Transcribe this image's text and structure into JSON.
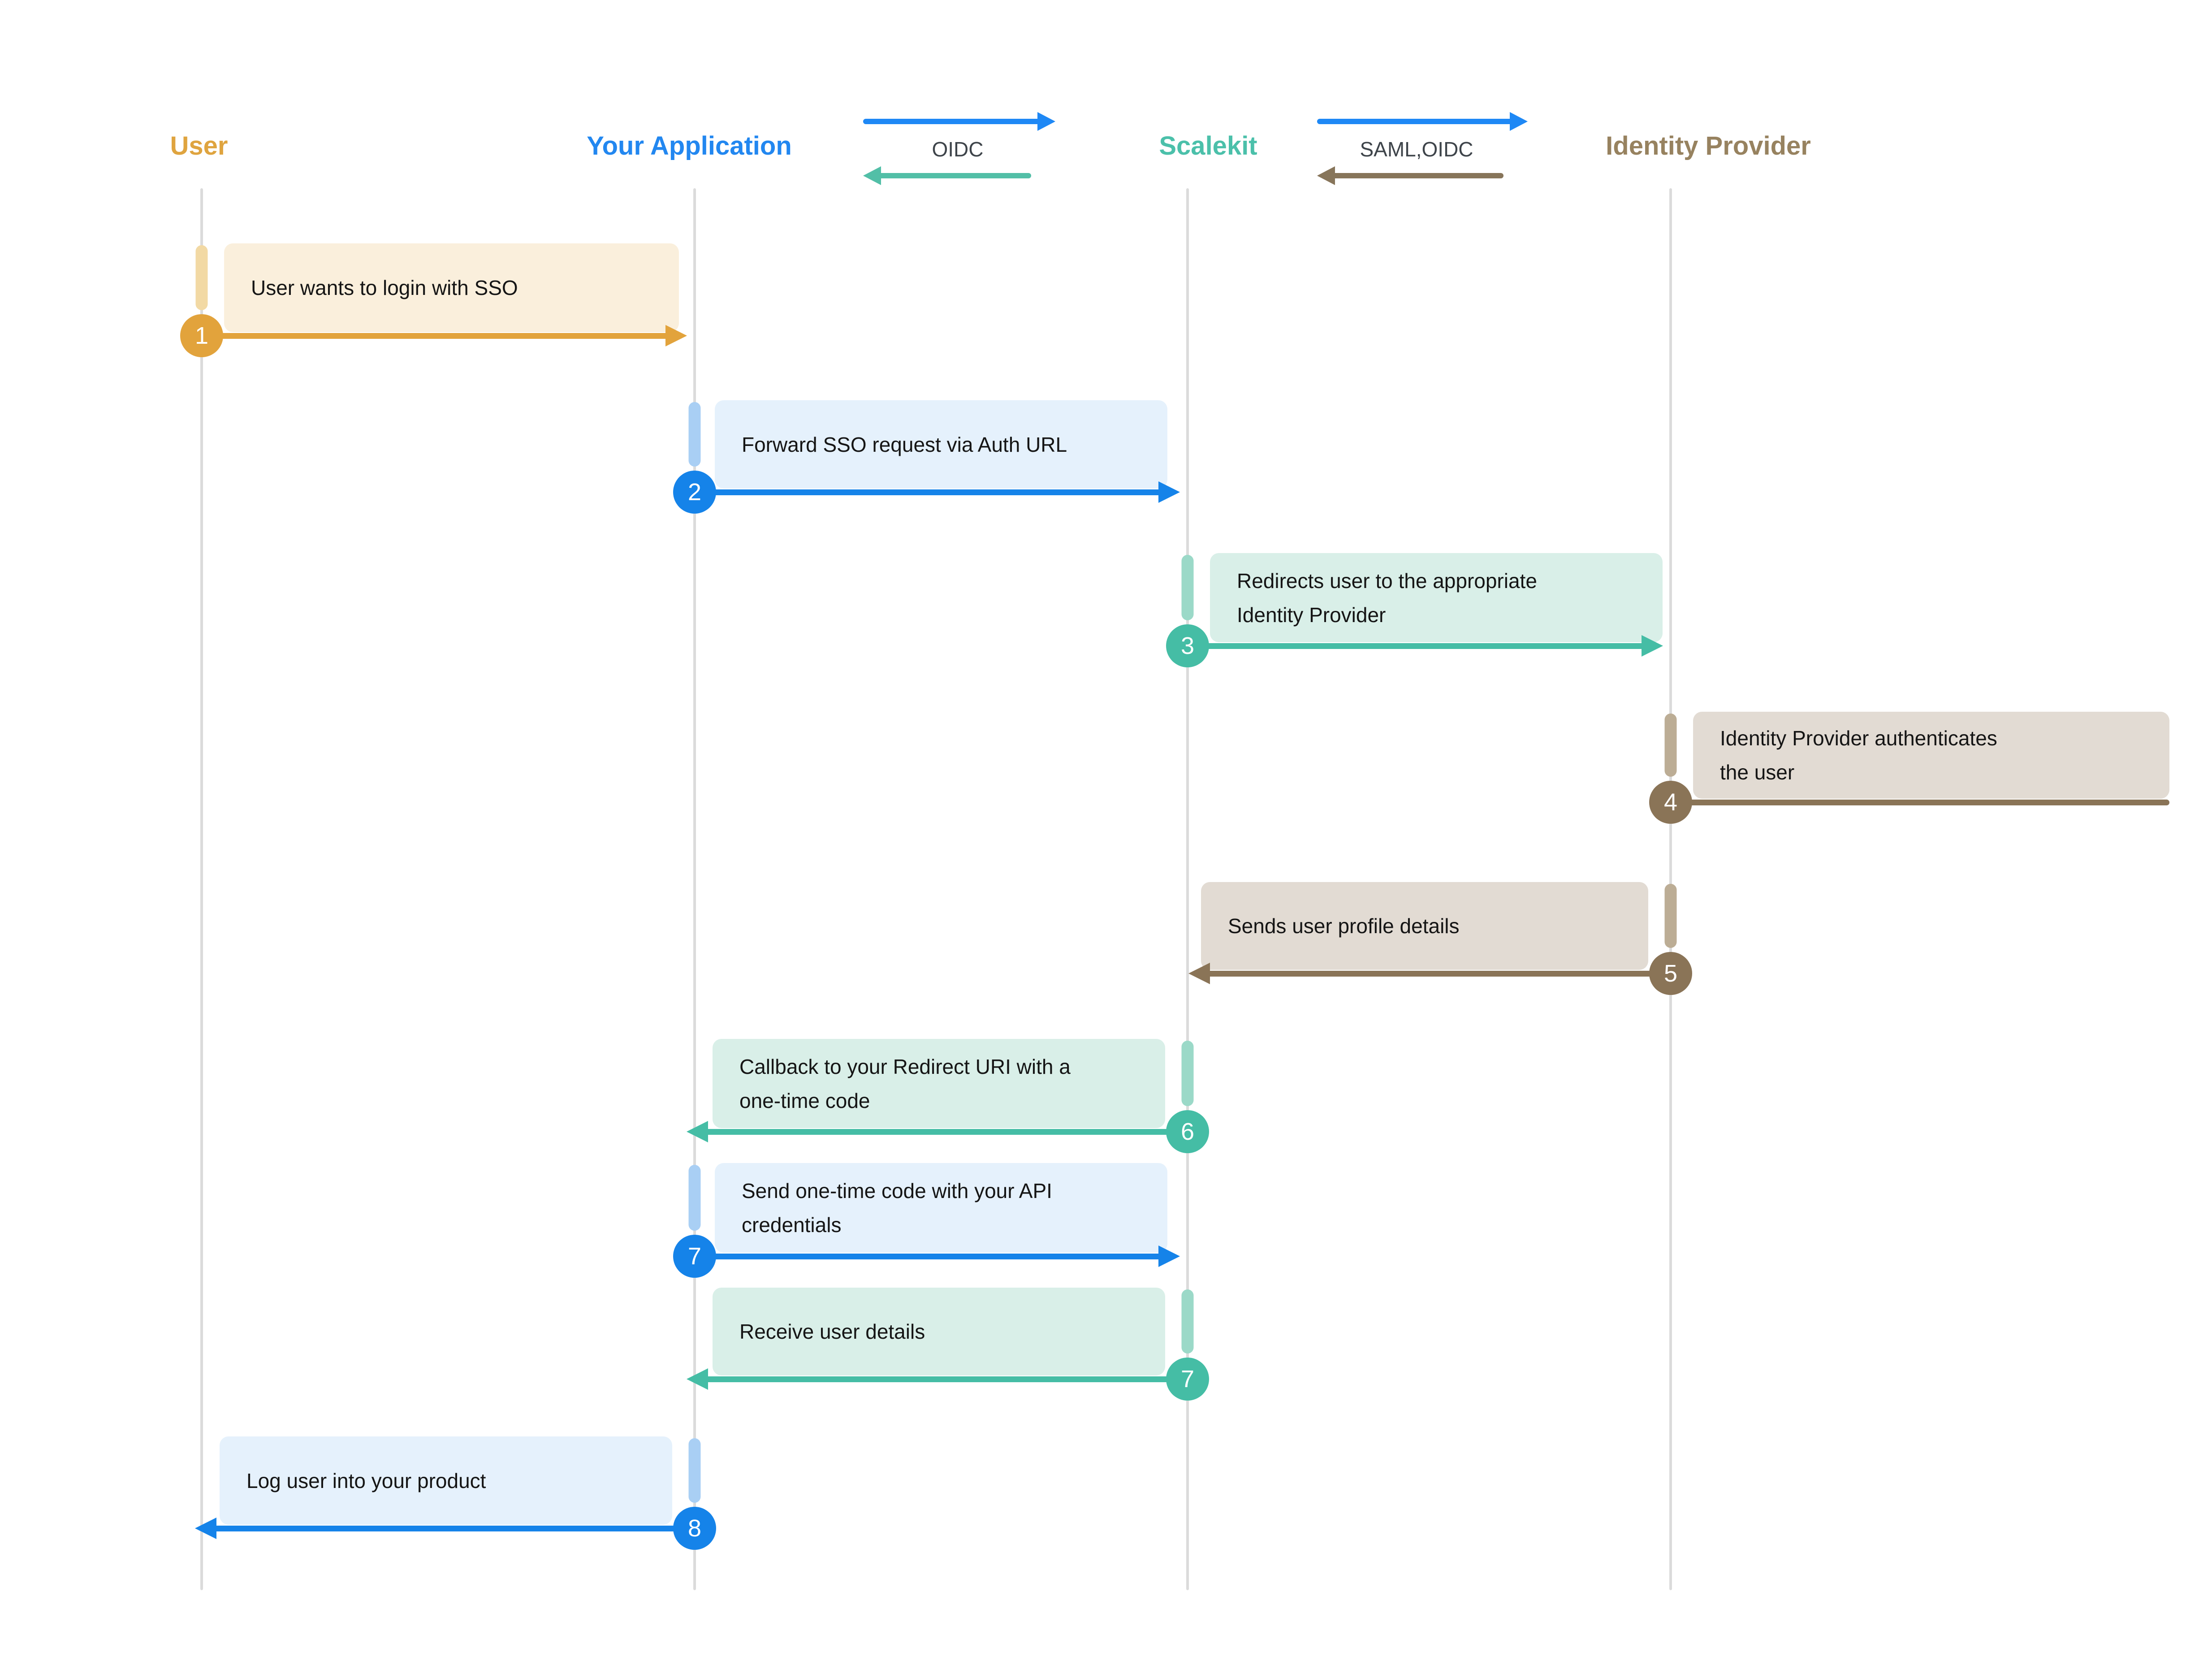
{
  "actors": [
    {
      "name": "User",
      "color": "#DFA43F"
    },
    {
      "name": "Your Application",
      "color": "#2287F0"
    },
    {
      "name": "Scalekit",
      "color": "#4BC0AA"
    },
    {
      "name": "Identity Provider",
      "color": "#97825F"
    }
  ],
  "protocols": [
    {
      "label": "OIDC",
      "request_color": "#1E88F5",
      "response_color": "#52BFA7"
    },
    {
      "label": "SAML,OIDC",
      "request_color": "#1E88F5",
      "response_color": "#87755A"
    }
  ],
  "palette": {
    "orange": {
      "main": "#E2A33C",
      "bar": "#F2D9A4",
      "box": "#FAEFDC"
    },
    "blue": {
      "main": "#1583E9",
      "bar": "#A9CFF4",
      "box": "#E5F1FC"
    },
    "teal": {
      "main": "#45BDA5",
      "bar": "#9BD9C8",
      "box": "#D9EFE8"
    },
    "brown": {
      "main": "#8A7457",
      "bar": "#BCAD95",
      "box": "#E2DBD3"
    }
  },
  "lifeline_color": "#DBDBDB",
  "background_color": "#FFFFFF",
  "text_color": "#151515",
  "protocol_label_color": "#3E444A",
  "steps": [
    {
      "number": "1",
      "lines": [
        "User wants to login with SSO"
      ],
      "theme": "orange",
      "from": "User",
      "to": "Your Application"
    },
    {
      "number": "2",
      "lines": [
        "Forward SSO request via Auth URL"
      ],
      "theme": "blue",
      "from": "Your Application",
      "to": "Scalekit"
    },
    {
      "number": "3",
      "lines": [
        "Redirects user to the appropriate",
        "Identity Provider"
      ],
      "theme": "teal",
      "from": "Scalekit",
      "to": "Identity Provider"
    },
    {
      "number": "4",
      "lines": [
        "Identity Provider authenticates",
        "the user"
      ],
      "theme": "brown",
      "from": "Identity Provider",
      "to": "Identity Provider"
    },
    {
      "number": "5",
      "lines": [
        "Sends user profile details"
      ],
      "theme": "brown",
      "from": "Identity Provider",
      "to": "Scalekit"
    },
    {
      "number": "6",
      "lines": [
        "Callback to your Redirect URI with a",
        "one-time code"
      ],
      "theme": "teal",
      "from": "Scalekit",
      "to": "Your Application"
    },
    {
      "number": "7",
      "lines": [
        "Send one-time code with your API",
        "credentials"
      ],
      "theme": "blue",
      "from": "Your Application",
      "to": "Scalekit"
    },
    {
      "number": "7",
      "lines": [
        "Receive user details"
      ],
      "theme": "teal",
      "from": "Scalekit",
      "to": "Your Application"
    },
    {
      "number": "8",
      "lines": [
        "Log user into your product"
      ],
      "theme": "blue",
      "from": "Your Application",
      "to": "User"
    }
  ]
}
